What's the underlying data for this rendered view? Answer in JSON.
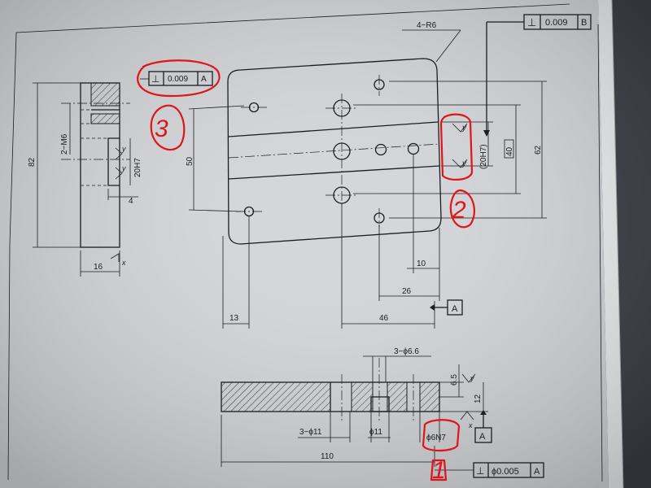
{
  "colors": {
    "paper": "#d4d6d9",
    "paper_edge": "#f2f3f4",
    "ink": "#1c1d22",
    "hatch": "#3a3b40",
    "annotation_red": "#e0141b",
    "background": "#3a3d44"
  },
  "top_right_frame": {
    "symbol": "⊥",
    "value": "0.009",
    "datum": "B"
  },
  "left_view": {
    "frame": {
      "symbol": "⊥",
      "value": "0.009",
      "datum": "A"
    },
    "dim_height": "82",
    "thread_note": "2−M6",
    "fit_note": "20H7",
    "dim_depth": "4",
    "dim_width": "16",
    "roughness": "x"
  },
  "main_view": {
    "corner_note": "4−R6",
    "dim_height_left": "50",
    "dim_height_right": "62",
    "dim_slot_fit": "(20H7)",
    "dim_slot_box": "40",
    "dim_10": "10",
    "dim_26": "26",
    "dim_46": "46",
    "dim_13": "13",
    "datum_label": "A",
    "roughness_y_top": "y",
    "roughness_y_bottom": "y"
  },
  "section_view": {
    "holes_note": "3−ϕ6.6",
    "dim_65": "6.5",
    "dim_12": "12",
    "counterbore_note": "3−ϕ11",
    "bore_note": "ϕ11",
    "fit_note": "ϕ6N7",
    "dim_length": "110",
    "datum_label": "A",
    "roughness": "x",
    "bottom_frame": {
      "symbol": "⊥",
      "value": "ϕ0.005",
      "datum": "A"
    }
  },
  "red_markers": [
    "1",
    "2",
    "3"
  ]
}
